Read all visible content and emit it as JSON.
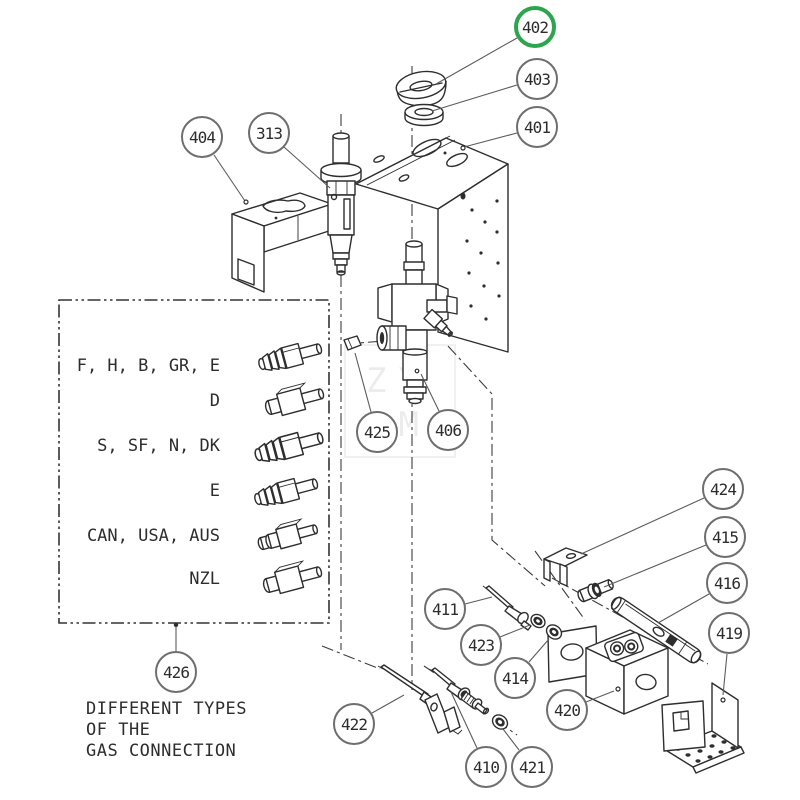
{
  "callouts": {
    "c402": "402",
    "c403": "403",
    "c401": "401",
    "c404": "404",
    "c313": "313",
    "c425": "425",
    "c406": "406",
    "c426": "426",
    "c424": "424",
    "c415": "415",
    "c416": "416",
    "c419": "419",
    "c411": "411",
    "c423": "423",
    "c414": "414",
    "c420": "420",
    "c422": "422",
    "c410": "410",
    "c421": "421"
  },
  "highlight": {
    "part": "402",
    "color": "#2da44e"
  },
  "gas_box": {
    "rows": [
      {
        "regions": "F, H, B, GR, E"
      },
      {
        "regions": "D"
      },
      {
        "regions": "S, SF, N, DK"
      },
      {
        "regions": "E"
      },
      {
        "regions": "CAN, USA, AUS"
      },
      {
        "regions": "NZL"
      }
    ],
    "caption_line1": "DIFFERENT TYPES",
    "caption_line2": "OF THE",
    "caption_line3": "GAS CONNECTION"
  },
  "watermark": {
    "line1": "ZY",
    "line2": "AM"
  }
}
